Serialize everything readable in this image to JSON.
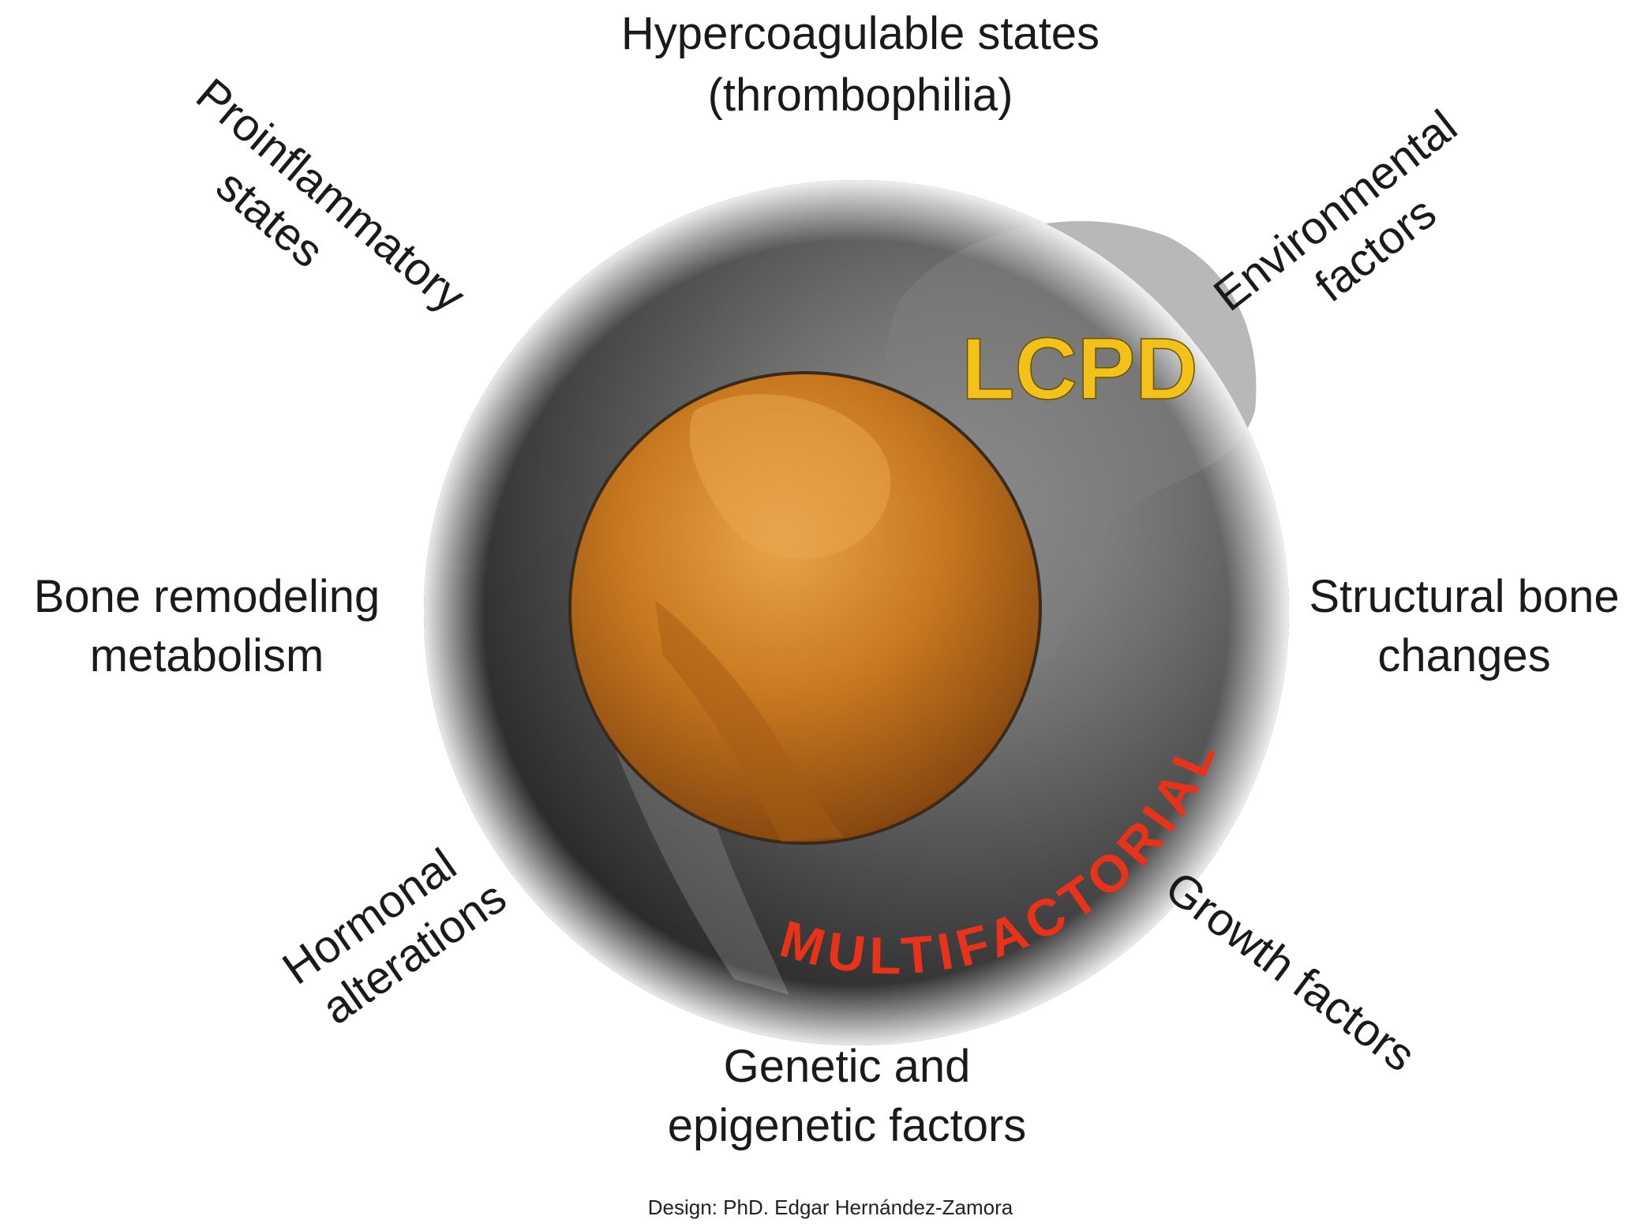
{
  "diagram": {
    "center_title": "LCPD",
    "arc_label": "MULTIFACTORIAL",
    "factors": {
      "top": [
        "Hypercoagulable states",
        "(thrombophilia)"
      ],
      "top_left": [
        "Proinflammatory",
        "states"
      ],
      "top_right": [
        "Environmental",
        "factors"
      ],
      "left": [
        "Bone remodeling",
        "metabolism"
      ],
      "right": [
        "Structural bone",
        "changes"
      ],
      "bottom_left": [
        "Hormonal",
        "alterations"
      ],
      "bottom_right": [
        "Growth factors"
      ],
      "bottom": [
        "Genetic and",
        "epigenetic factors"
      ]
    },
    "credit": "Design: PhD. Edgar Hernández-Zamora"
  },
  "colors": {
    "title": "#f2c21b",
    "arc_label": "#e8321a",
    "inner_circle": "#c97a1e",
    "outer_circle": "#2a2a2a",
    "text": "#1a1a1a"
  }
}
